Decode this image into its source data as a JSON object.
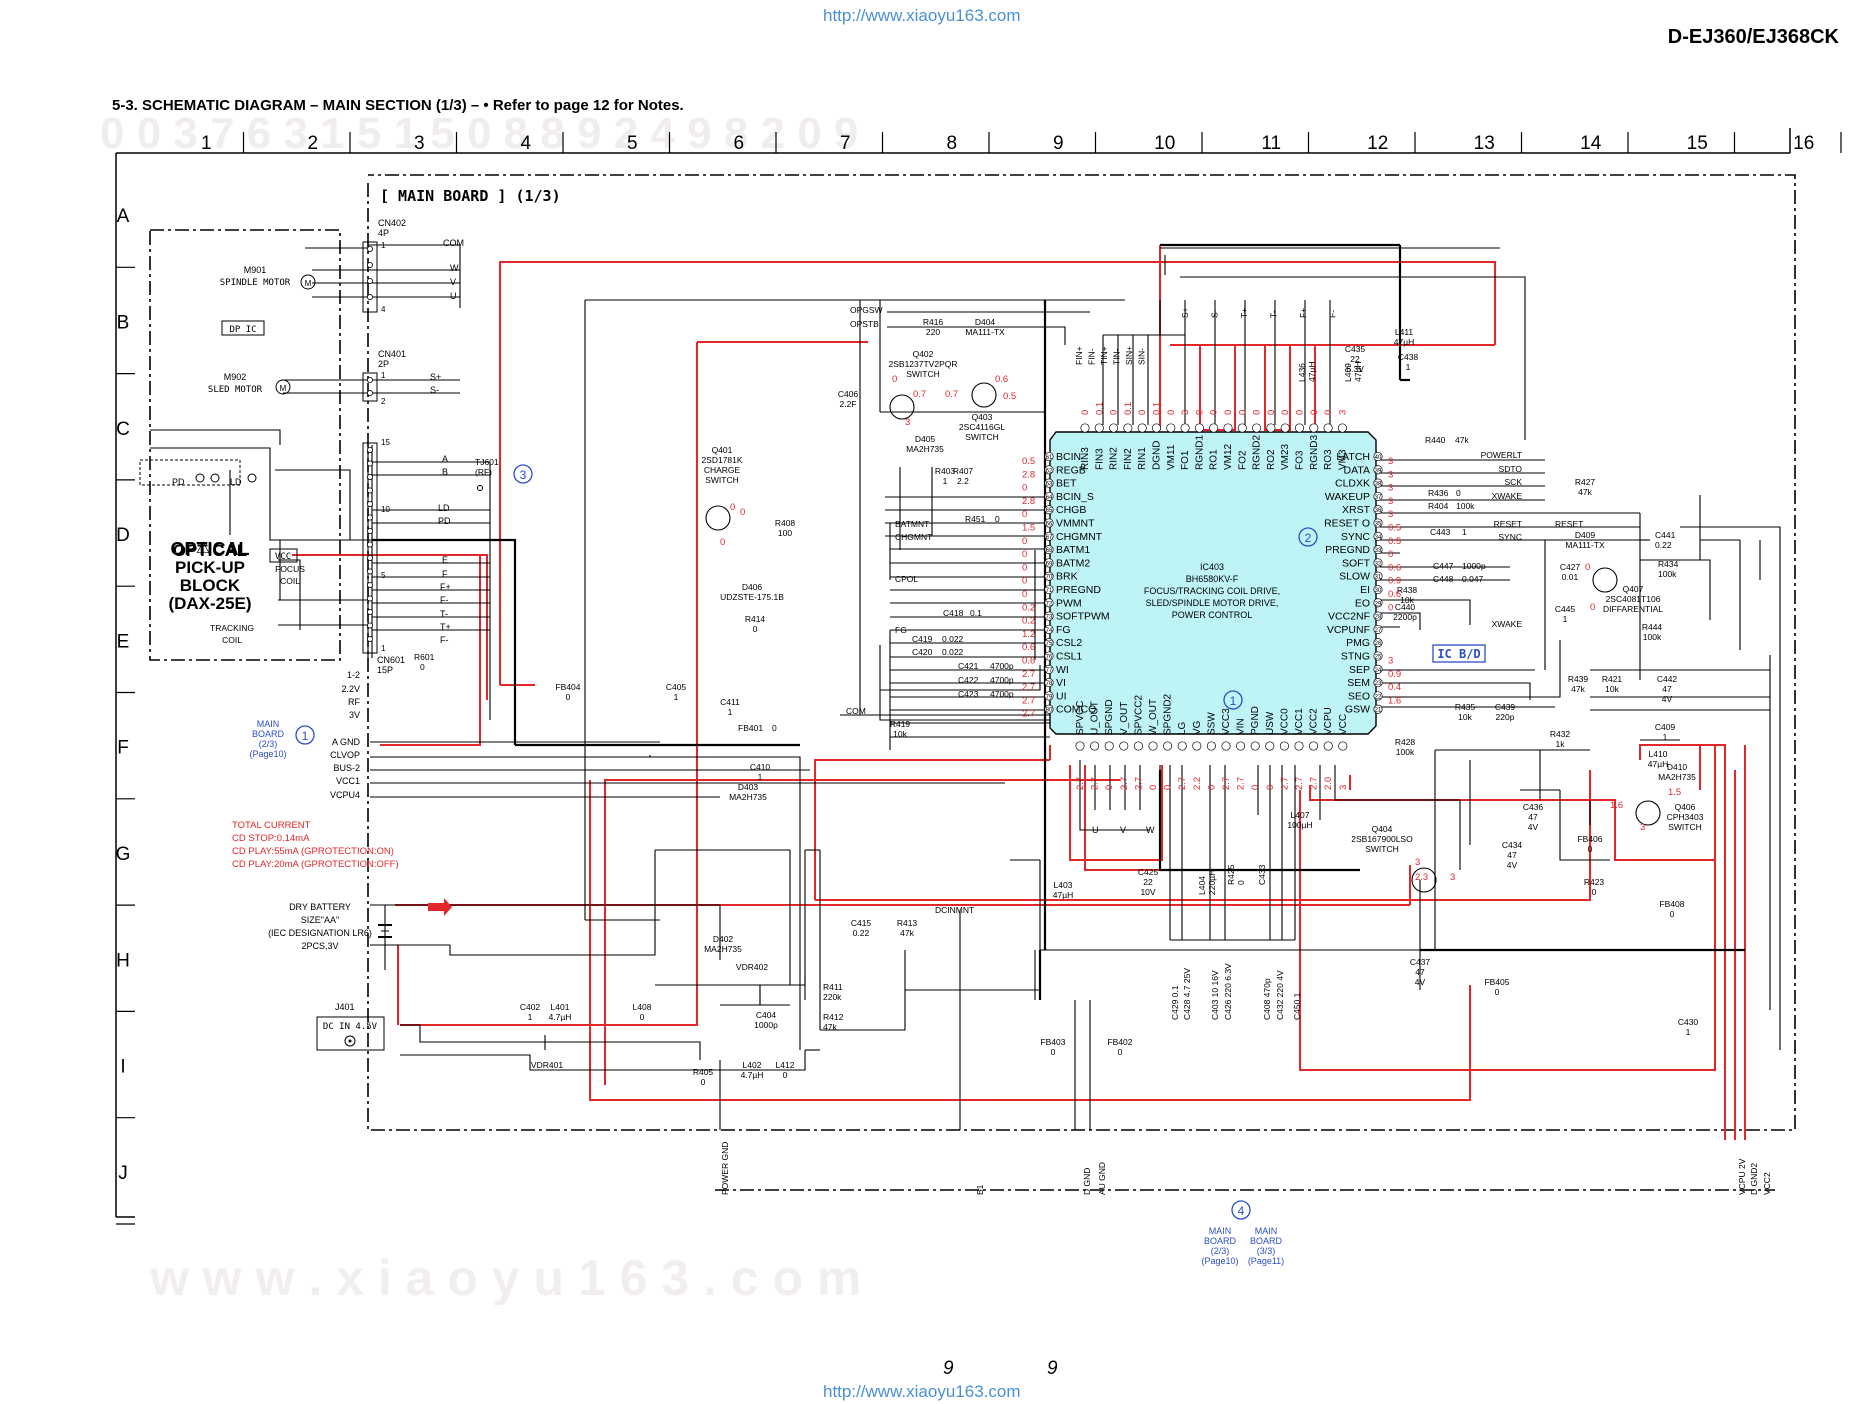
{
  "header": {
    "url_top": "http://www.xiaoyu163.com",
    "model": "D-EJ360/EJ368CK",
    "section_title": "5-3. SCHEMATIC DIAGRAM  – MAIN SECTION (1/3) –   • Refer to page 12 for Notes."
  },
  "footer": {
    "page_left": "9",
    "page_right": "9",
    "url_bottom": "http://www.xiaoyu163.com",
    "watermark": "w w w . x i a o y u 1 6 3 . c o m"
  },
  "grid": {
    "columns": [
      "1",
      "2",
      "3",
      "4",
      "5",
      "6",
      "7",
      "8",
      "9",
      "10",
      "11",
      "12",
      "13",
      "14",
      "15",
      "16"
    ],
    "rows": [
      "A",
      "B",
      "C",
      "D",
      "E",
      "F",
      "G",
      "H",
      "I",
      "J"
    ]
  },
  "board": {
    "title": "[ MAIN BOARD ] (1/3)",
    "ic_bd": "IC B/D"
  },
  "ic403": {
    "ref": "IC403",
    "part": "BH6580KV-F",
    "desc1": "FOCUS/TRACKING COIL DRIVE,",
    "desc2": "SLED/SPINDLE MOTOR DRIVE,",
    "desc3": "POWER CONTROL",
    "left_pins": [
      "BCIN",
      "REGB",
      "BET",
      "BCIN_S",
      "CHGB",
      "VMMNT",
      "CHGMNT",
      "BATM1",
      "BATM2",
      "BRK",
      "PREGND",
      "PWM",
      "SOFTPWM",
      "FG",
      "CSL2",
      "CSL1",
      "WI",
      "VI",
      "UI",
      "COMCO"
    ],
    "left_nums": [
      "61",
      "62",
      "63",
      "64",
      "65",
      "66",
      "67",
      "68",
      "69",
      "70",
      "71",
      "72",
      "73",
      "74",
      "75",
      "76",
      "77",
      "78",
      "79",
      "80"
    ],
    "right_pins": [
      "LATCH",
      "DATA",
      "CLDXK",
      "WAKEUP",
      "XRST",
      "RESET O",
      "SYNC",
      "PREGND",
      "SOFT",
      "SLOW",
      "EI",
      "EO",
      "VCC2NF",
      "VCPUNF",
      "PMG",
      "STNG",
      "SEP",
      "SEM",
      "SEO",
      "GSW"
    ],
    "right_nums": [
      "40",
      "39",
      "38",
      "37",
      "36",
      "35",
      "34",
      "33",
      "32",
      "31",
      "30",
      "29",
      "28",
      "27",
      "26",
      "25",
      "24",
      "23",
      "22",
      "21"
    ],
    "top_pins": [
      "RIN3",
      "FIN3",
      "RIN2",
      "FIN2",
      "RIN1",
      "DGND",
      "VM11",
      "FO1",
      "RGND1",
      "RO1",
      "VM12",
      "FO2",
      "RGND2",
      "RO2",
      "VM23",
      "FO3",
      "RGND3",
      "RO3",
      "VM3"
    ],
    "bottom_pins": [
      "SPVCC",
      "U_OUT",
      "SPGND",
      "V_OUT",
      "SPVCC2",
      "W_OUT",
      "SPGND2",
      "LG",
      "VG",
      "SSW",
      "VCC3",
      "VIN",
      "PGND",
      "USW",
      "VCC0",
      "VCC1",
      "VCC2",
      "VCPU",
      "VCC"
    ]
  },
  "components": {
    "cn402": [
      "CN402",
      "4P"
    ],
    "cn401": [
      "CN401",
      "2P"
    ],
    "cn601": [
      "CN601",
      "15P"
    ],
    "m901": [
      "M901",
      "SPINDLE MOTOR"
    ],
    "m902": [
      "M902",
      "SLED MOTOR"
    ],
    "dp_ic": "DP IC",
    "optical": [
      "OPTICAL",
      "PICK-UP",
      "BLOCK",
      "(DAX-25E)"
    ],
    "focus": [
      "FOCUS",
      "COIL"
    ],
    "tracking": [
      "TRACKING",
      "COIL"
    ],
    "pd": "PD",
    "ld": "LD",
    "vcc_box": "VCC",
    "tj601": [
      "TJ601",
      "(RF)"
    ],
    "q401": [
      "Q401",
      "2SD1781K",
      "CHARGE",
      "SWITCH"
    ],
    "q402": [
      "Q402",
      "2SB1237TV2PQR",
      "SWITCH"
    ],
    "q403": [
      "Q403",
      "2SC4116GL",
      "SWITCH"
    ],
    "q404": [
      "Q404",
      "2SB167900LSO",
      "SWITCH"
    ],
    "q406": [
      "Q406",
      "CPH3403",
      "SWITCH"
    ],
    "q407": [
      "Q407",
      "2SC4081T106",
      "DIFFARENTIAL"
    ],
    "d404": [
      "D404",
      "MA111-TX"
    ],
    "d405": [
      "D405",
      "MA2H735"
    ],
    "d406": [
      "D406",
      "UDZSTE-175.1B"
    ],
    "d402": [
      "D402",
      "MA2H735"
    ],
    "d403": [
      "D403",
      "MA2H735"
    ],
    "d409": [
      "D409",
      "MA111-TX"
    ],
    "d410": [
      "D410",
      "MA2H735"
    ],
    "vdr402": "VDR402",
    "vdr401": "VDR401",
    "r416": [
      "R416",
      "220"
    ],
    "r403": [
      "R403",
      "1"
    ],
    "r407": [
      "R407",
      "2.2"
    ],
    "r408": [
      "R408",
      "100"
    ],
    "r451": [
      "R451",
      "0"
    ],
    "r414": [
      "R414",
      "0"
    ],
    "r419": [
      "R419",
      "10k"
    ],
    "r413": [
      "R413",
      "47k"
    ],
    "r411": [
      "R411",
      "220k"
    ],
    "r412": [
      "R412",
      "47k"
    ],
    "r405": [
      "R405",
      "0"
    ],
    "r601": [
      "R601",
      "0"
    ],
    "r440": [
      "R440",
      "47k"
    ],
    "r436": [
      "R436",
      "0"
    ],
    "r404": [
      "R404",
      "100k"
    ],
    "r427": [
      "R427",
      "47k"
    ],
    "r434": [
      "R434",
      "100k"
    ],
    "r438": [
      "R438",
      "10k"
    ],
    "r444": [
      "R444",
      "100k"
    ],
    "r439": [
      "R439",
      "47k"
    ],
    "r421": [
      "R421",
      "10k"
    ],
    "r435": [
      "R435",
      "10k"
    ],
    "r428": [
      "R428",
      "100k"
    ],
    "r432": [
      "R432",
      "1k"
    ],
    "r423": [
      "R423",
      "0"
    ],
    "r425": [
      "R425",
      "0"
    ],
    "c406": [
      "C406",
      "2.2F"
    ],
    "c418": [
      "C418",
      "0.1"
    ],
    "c419": [
      "C419",
      "0.022"
    ],
    "c420": [
      "C420",
      "0.022"
    ],
    "c421": [
      "C421",
      "4700p"
    ],
    "c422": [
      "C422",
      "4700p"
    ],
    "c423": [
      "C423",
      "4700p"
    ],
    "c405": [
      "C405",
      "1"
    ],
    "c411": [
      "C411",
      "1"
    ],
    "c410": [
      "C410",
      "1"
    ],
    "c415": [
      "C415",
      "0.22"
    ],
    "c404": [
      "C404",
      "1000p"
    ],
    "c402": [
      "C402",
      "1"
    ],
    "c425": [
      "C425",
      "22",
      "10V"
    ],
    "c433": "C433",
    "c435": [
      "C435",
      "22",
      "6.3V"
    ],
    "c438": [
      "C438",
      "1"
    ],
    "c443": [
      "C443",
      "1"
    ],
    "c447": [
      "C447",
      "1000p"
    ],
    "c448": [
      "C448",
      "0.047"
    ],
    "c440": [
      "C440",
      "2200p"
    ],
    "c445": [
      "C445",
      "1"
    ],
    "c427": [
      "C427",
      "0.01"
    ],
    "c441": [
      "C441",
      "0.22"
    ],
    "c442": [
      "C442",
      "47",
      "4V"
    ],
    "c409": [
      "C409",
      "1"
    ],
    "c439": [
      "C439",
      "220p"
    ],
    "c436": [
      "C436",
      "47",
      "4V"
    ],
    "c434": [
      "C434",
      "47",
      "4V"
    ],
    "c437": [
      "C437",
      "47",
      "4V"
    ],
    "c430": [
      "C430",
      "1"
    ],
    "c_bottom": [
      "C429 0.1",
      "C428 4.7 25V",
      "C403 10 16V",
      "C426 220 6.3V",
      "C408 470p",
      "C432 220 4V",
      "C450 1"
    ],
    "l411": [
      "L411",
      "47µH"
    ],
    "l436": [
      "L436",
      "47µH"
    ],
    "l409": [
      "L409",
      "47µH"
    ],
    "l403": [
      "L403",
      "47µH"
    ],
    "l404": [
      "L404",
      "220µH"
    ],
    "l407": [
      "L407",
      "100µH"
    ],
    "l410": [
      "L410",
      "47µH"
    ],
    "l401": [
      "L401",
      "4.7µH"
    ],
    "l408": [
      "L408",
      "0"
    ],
    "l402": [
      "L402",
      "4.7µH"
    ],
    "l412": [
      "L412",
      "0"
    ],
    "fb404": [
      "FB404",
      "0"
    ],
    "fb401": [
      "FB401",
      "0"
    ],
    "fb403": [
      "FB403",
      "0"
    ],
    "fb402": [
      "FB402",
      "0"
    ],
    "fb405": [
      "FB405",
      "0"
    ],
    "fb406": [
      "FB406",
      "0"
    ],
    "fb408": [
      "FB408",
      "0"
    ],
    "j401": "J401",
    "dc_in": "DC IN 4.5V",
    "battery": [
      "DRY BATTERY",
      "SIZE\"AA\"",
      "(IEC DESIGNATION LR6)",
      "2PCS,3V"
    ]
  },
  "signals": {
    "cn402_pins": [
      "COM",
      "W",
      "V",
      "U"
    ],
    "cn401_pins": [
      "S+",
      "S-"
    ],
    "cn601_pins": [
      "A",
      "B",
      "LD",
      "PD",
      "E",
      "F",
      "F+",
      "F-",
      "T-",
      "T+",
      "F-"
    ],
    "main_board_pins": [
      "1-2",
      "2.2V",
      "RF",
      "3V",
      "A GND",
      "CLVOP",
      "BUS-2",
      "VCC1",
      "VCPU4"
    ],
    "opgsw": "OPGSW",
    "opstb": "OPSTB",
    "batmnt": "BATMNT",
    "chgmnt": "CHGMNT",
    "cpol": "CPOL",
    "fg": "FG",
    "com": "COM",
    "dcinmnt": "DCINMNT",
    "top_motor_pins": [
      "FIN+",
      "FIN-",
      "TIN+",
      "TIN-",
      "SIN+",
      "SIN-"
    ],
    "top_coil": [
      "S+",
      "S-",
      "T+",
      "T-",
      "F+",
      "F-"
    ],
    "right_bus": [
      "POWERLT",
      "SDTO",
      "SCK",
      "XWAKE",
      "RESET",
      "SYNC",
      "XWAKE"
    ],
    "reset_out": "RESET",
    "uvw": [
      "U",
      "V",
      "W"
    ],
    "bottom_gnd": [
      "POWER GND",
      "B1",
      "D GND",
      "AU GND",
      "VCPU 2V",
      "D GND2",
      "VCC2"
    ]
  },
  "notes": {
    "total_current": [
      "TOTAL CURRENT",
      "CD STOP:0.14mA",
      "CD PLAY:55mA (GPROTECTION:ON)",
      "CD PLAY:20mA (GPROTECTION:OFF)"
    ],
    "ref1_main": [
      "MAIN",
      "BOARD",
      "(2/3)",
      "(Page10)"
    ],
    "ref4_left": [
      "MAIN",
      "BOARD",
      "(2/3)",
      "(Page10)"
    ],
    "ref4_right": [
      "MAIN",
      "BOARD",
      "(3/3)",
      "(Page11)"
    ],
    "circle_refs": [
      "1",
      "2",
      "3",
      "1",
      "4"
    ]
  },
  "colors": {
    "red_trace": "#e2262a",
    "ic_fill": "#bff4f6",
    "blue_ref": "#2b4ec8",
    "voltage": "#e2262a",
    "watermark": "#f4dede"
  }
}
